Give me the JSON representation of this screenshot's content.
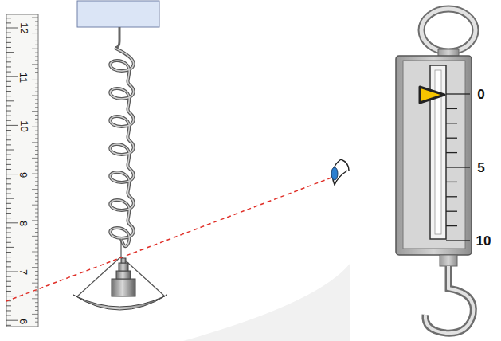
{
  "diagram": {
    "labels": [
      "12",
      "11",
      "10",
      "9",
      "8",
      "7",
      "6",
      "0",
      "5",
      "10"
    ]
  }
}
